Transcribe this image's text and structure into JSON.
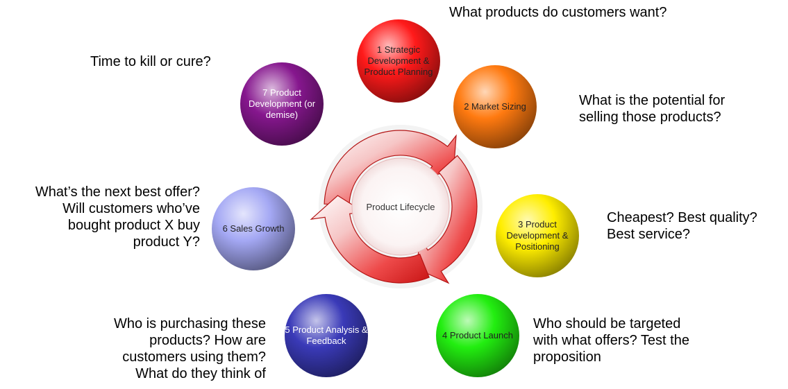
{
  "diagram": {
    "center_label": "Product Lifecycle",
    "stages": [
      {
        "lines": [
          "1 Strategic",
          "Development  &",
          "Product Planning"
        ],
        "color": "#ff1a1a"
      },
      {
        "lines": [
          "2 Market Sizing"
        ],
        "color": "#ff7a10"
      },
      {
        "lines": [
          "3 Product",
          "Development &",
          "Positioning"
        ],
        "color": "#ffee00"
      },
      {
        "lines": [
          "4 Product Launch"
        ],
        "color": "#22ee10"
      },
      {
        "lines": [
          "5 Product Analysis &",
          "Feedback"
        ],
        "color": "#3a3ab8"
      },
      {
        "lines": [
          "6 Sales Growth"
        ],
        "color": "#a4a8f4"
      },
      {
        "lines": [
          "7 Product",
          "Development (or",
          "demise)"
        ],
        "color": "#86178e"
      }
    ]
  },
  "annotations": {
    "a1": [
      "What products do customers want?"
    ],
    "a2": [
      "What is the potential for",
      "selling those products?"
    ],
    "a3": [
      "Cheapest?  Best quality?",
      "Best service?"
    ],
    "a4": [
      "Who should be targeted",
      "with what offers? Test the",
      "proposition"
    ],
    "a5": [
      "Who is purchasing these",
      "products?  How are",
      "customers using them?",
      "What do they think of"
    ],
    "a6": [
      "What’s the next best offer?",
      "Will customers who’ve",
      "bought product X buy",
      "product Y?"
    ],
    "a7": [
      "Time to kill or cure?"
    ]
  }
}
